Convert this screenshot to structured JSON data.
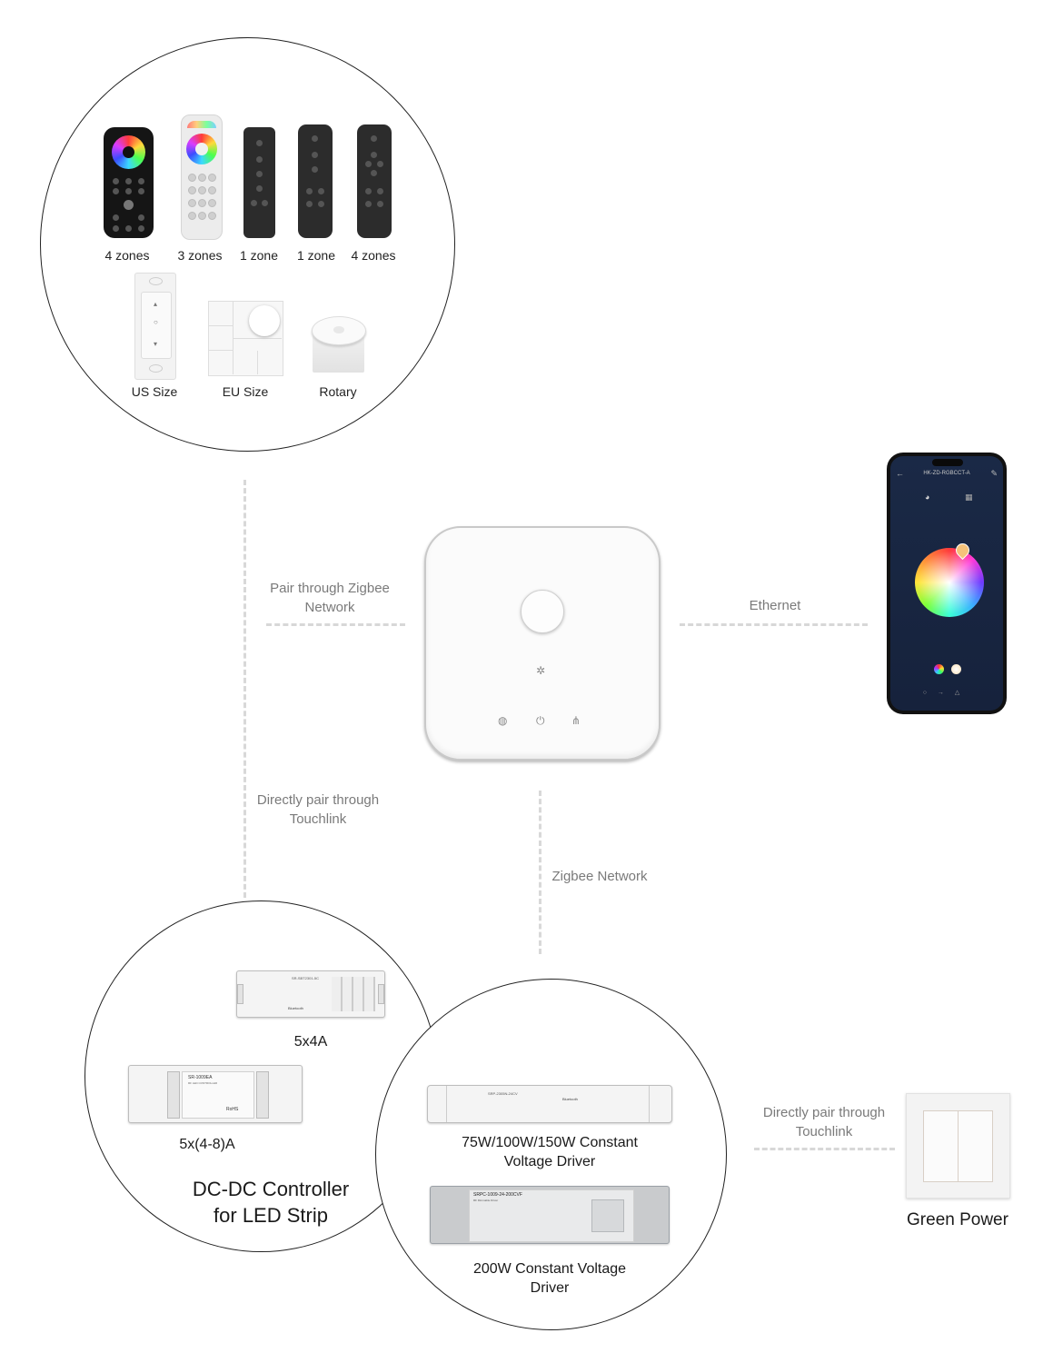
{
  "remotes": {
    "items": [
      {
        "label": "4 zones"
      },
      {
        "label": "3 zones"
      },
      {
        "label": "1 zone"
      },
      {
        "label": "1 zone"
      },
      {
        "label": "4 zones"
      }
    ],
    "switches": [
      {
        "label": "US Size"
      },
      {
        "label": "EU Size"
      },
      {
        "label": "Rotary"
      }
    ]
  },
  "connections": {
    "pair_zigbee": "Pair through Zigbee Network",
    "ethernet": "Ethernet",
    "touchlink_left": "Directly pair through Touchlink",
    "zigbee_network": "Zigbee Network",
    "touchlink_right": "Directly pair through Touchlink"
  },
  "phone": {
    "device_name": "HK-ZD-RGBCCT-A"
  },
  "controllers": {
    "title": "DC-DC Controller for LED Strip",
    "items": [
      {
        "label": "5x4A"
      },
      {
        "label": "5x(4-8)A"
      }
    ]
  },
  "drivers": {
    "items": [
      {
        "label": "75W/100W/150W Constant Voltage Driver"
      },
      {
        "label": "200W Constant Voltage Driver"
      }
    ],
    "box_texts": [
      {
        "model": "SRP-2305N-24CV",
        "brand": "Bluetooth"
      },
      {
        "model": "SRPC-1009-24-200CVF",
        "subtitle": "RF Dimmable Driver"
      }
    ]
  },
  "controller_box_texts": [
    {
      "model": "SR-SBT2301-5C",
      "brand": "Bluetooth"
    },
    {
      "model": "SR-1009EA",
      "subtitle": "RF LED CONTROLLER",
      "cert": "RoHS"
    }
  ],
  "green_power": {
    "label": "Green Power"
  }
}
